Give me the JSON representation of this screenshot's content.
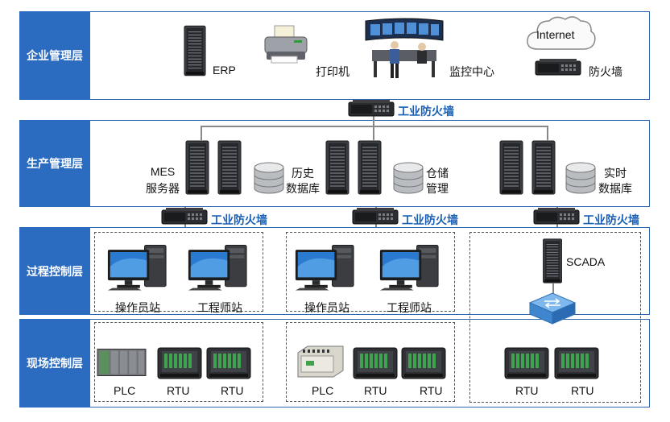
{
  "layers": {
    "enterprise": "企业管理层",
    "production": "生产管理层",
    "process": "过程控制层",
    "field": "现场控制层"
  },
  "enterprise": {
    "erp": "ERP",
    "printer": "打印机",
    "monitor_center": "监控中心",
    "cloud": "Internet",
    "firewall": "防火墙"
  },
  "industrial_firewall": "工业防火墙",
  "production": {
    "mes_line1": "MES",
    "mes_line2": "服务器",
    "history_line1": "历史",
    "history_line2": "数据库",
    "warehouse_line1": "仓储",
    "warehouse_line2": "管理",
    "realtime_line1": "实时",
    "realtime_line2": "数据库"
  },
  "process": {
    "operator_station": "操作员站",
    "engineer_station": "工程师站",
    "scada": "SCADA"
  },
  "field": {
    "plc": "PLC",
    "rtu": "RTU"
  },
  "colors": {
    "layer_label_bg": "#2b6bc0",
    "panel_border": "#2f64b0",
    "firewall_text": "#1a5fb4"
  }
}
